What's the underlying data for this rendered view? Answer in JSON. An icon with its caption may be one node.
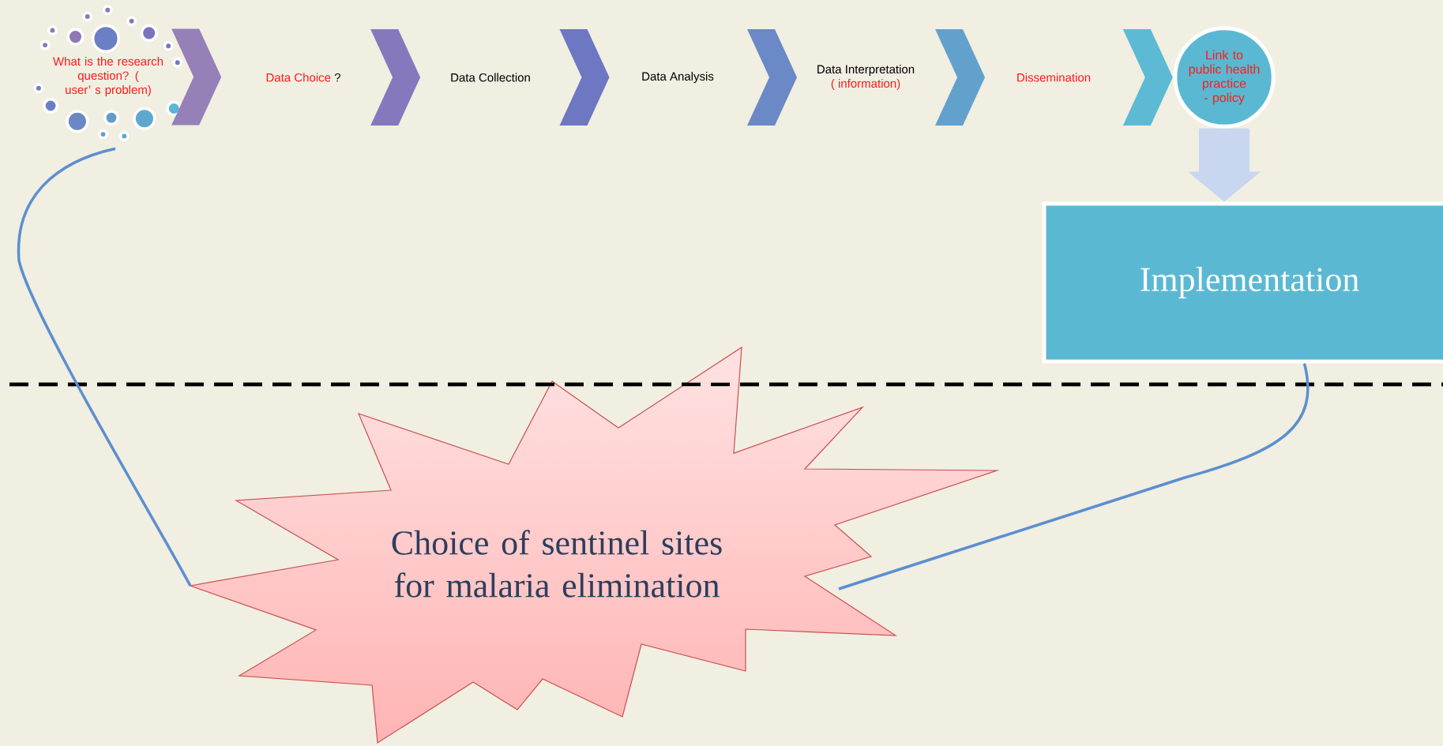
{
  "diagram": {
    "nodes": [
      {
        "text": [
          "What is the research question? ( user’ s problem)"
        ]
      },
      {
        "text": [
          "Data Choice",
          "?"
        ]
      },
      {
        "text": [
          "Data Collection"
        ]
      },
      {
        "text": [
          "Data Analysis"
        ]
      },
      {
        "text": [
          "Data Interpretation",
          "( information)"
        ]
      },
      {
        "text": [
          "Dissemination"
        ]
      },
      {
        "text": [
          "Link to public health practice - policy"
        ]
      },
      {
        "text": [
          "Implementation"
        ]
      },
      {
        "text": [
          "Choice of sentinel sites for malaria elimination"
        ]
      }
    ],
    "edges": [
      {
        "from": 0,
        "to": 1,
        "arrow": "to",
        "color": "#9580b8"
      },
      {
        "from": 1,
        "to": 2,
        "arrow": "to",
        "color": "#8678bc"
      },
      {
        "from": 2,
        "to": 3,
        "arrow": "to",
        "color": "#6d77c2"
      },
      {
        "from": 3,
        "to": 4,
        "arrow": "to",
        "color": "#6a89c6"
      },
      {
        "from": 4,
        "to": 5,
        "arrow": "to",
        "color": "#62a1cc"
      },
      {
        "from": 5,
        "to": 6,
        "arrow": "to",
        "color": "#5cbad4"
      },
      {
        "from": 6,
        "to": 7,
        "arrow": "to",
        "color": "#c8d6f0"
      },
      {
        "from": 0,
        "to": 8,
        "arrow": "none",
        "color": "#5b8fd0"
      },
      {
        "from": 7,
        "to": 8,
        "arrow": "none",
        "color": "#5b8fd0"
      }
    ]
  }
}
